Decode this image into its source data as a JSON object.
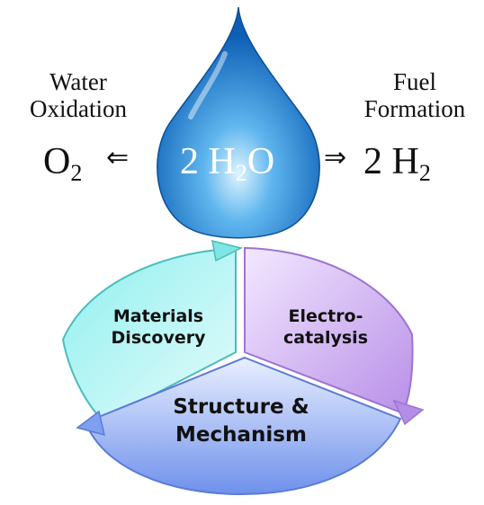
{
  "left": {
    "label_line1": "Water",
    "label_line2": "Oxidation",
    "product_main": "O",
    "product_sub": "2"
  },
  "right": {
    "label_line1": "Fuel",
    "label_line2": "Formation",
    "product_coef": "2 H",
    "product_sub": "2"
  },
  "drop": {
    "formula_coef": "2 H",
    "formula_sub": "2",
    "formula_tail": "O",
    "color": "#1a73c8"
  },
  "cycle": {
    "segments": [
      {
        "line1": "Materials",
        "line2": "Discovery",
        "color": "#6fe0e0"
      },
      {
        "line1": "Electro-",
        "line2": "catalysis",
        "color": "#c9a6f0"
      },
      {
        "line1": "Structure &",
        "line2": "Mechanism",
        "color": "#7f9ff0"
      }
    ]
  },
  "arrows": {
    "left": "⇐",
    "right": "⇒"
  }
}
